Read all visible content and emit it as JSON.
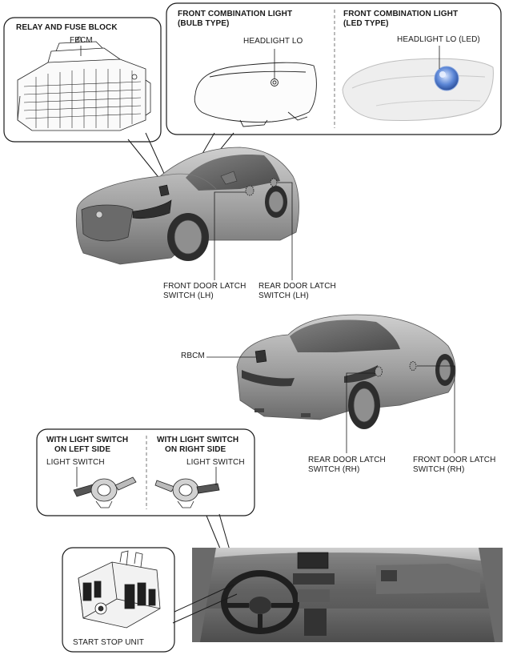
{
  "relay_box": {
    "title": "RELAY AND FUSE BLOCK",
    "component": "FBCM"
  },
  "headlight_box": {
    "bulb": {
      "title_line1": "FRONT COMBINATION LIGHT",
      "title_line2": "(BULB TYPE)",
      "component": "HEADLIGHT LO"
    },
    "led": {
      "title_line1": "FRONT COMBINATION LIGHT",
      "title_line2": "(LED TYPE)",
      "component": "HEADLIGHT LO (LED)"
    }
  },
  "front_car": {
    "front_door_latch_lh": [
      "FRONT DOOR LATCH",
      "SWITCH (LH)"
    ],
    "rear_door_latch_lh": [
      "REAR DOOR LATCH",
      "SWITCH (LH)"
    ]
  },
  "rear_car": {
    "rbcm": "RBCM",
    "rear_door_latch_rh": [
      "REAR DOOR LATCH",
      "SWITCH (RH)"
    ],
    "front_door_latch_rh": [
      "FRONT DOOR LATCH",
      "SWITCH (RH)"
    ]
  },
  "light_switch_box": {
    "left": {
      "title_line1": "WITH LIGHT SWITCH",
      "title_line2": "ON LEFT SIDE",
      "component": "LIGHT SWITCH"
    },
    "right": {
      "title_line1": "WITH LIGHT SWITCH",
      "title_line2": "ON RIGHT SIDE",
      "component": "LIGHT SWITCH"
    }
  },
  "start_stop_box": {
    "component": "START STOP UNIT"
  },
  "colors": {
    "outline": "#1a1a1a",
    "car_body": "#a9a9a9",
    "car_dark": "#5a5a5a",
    "led_blue": "#5b86d6",
    "dashboard": "#6f6f6f"
  }
}
